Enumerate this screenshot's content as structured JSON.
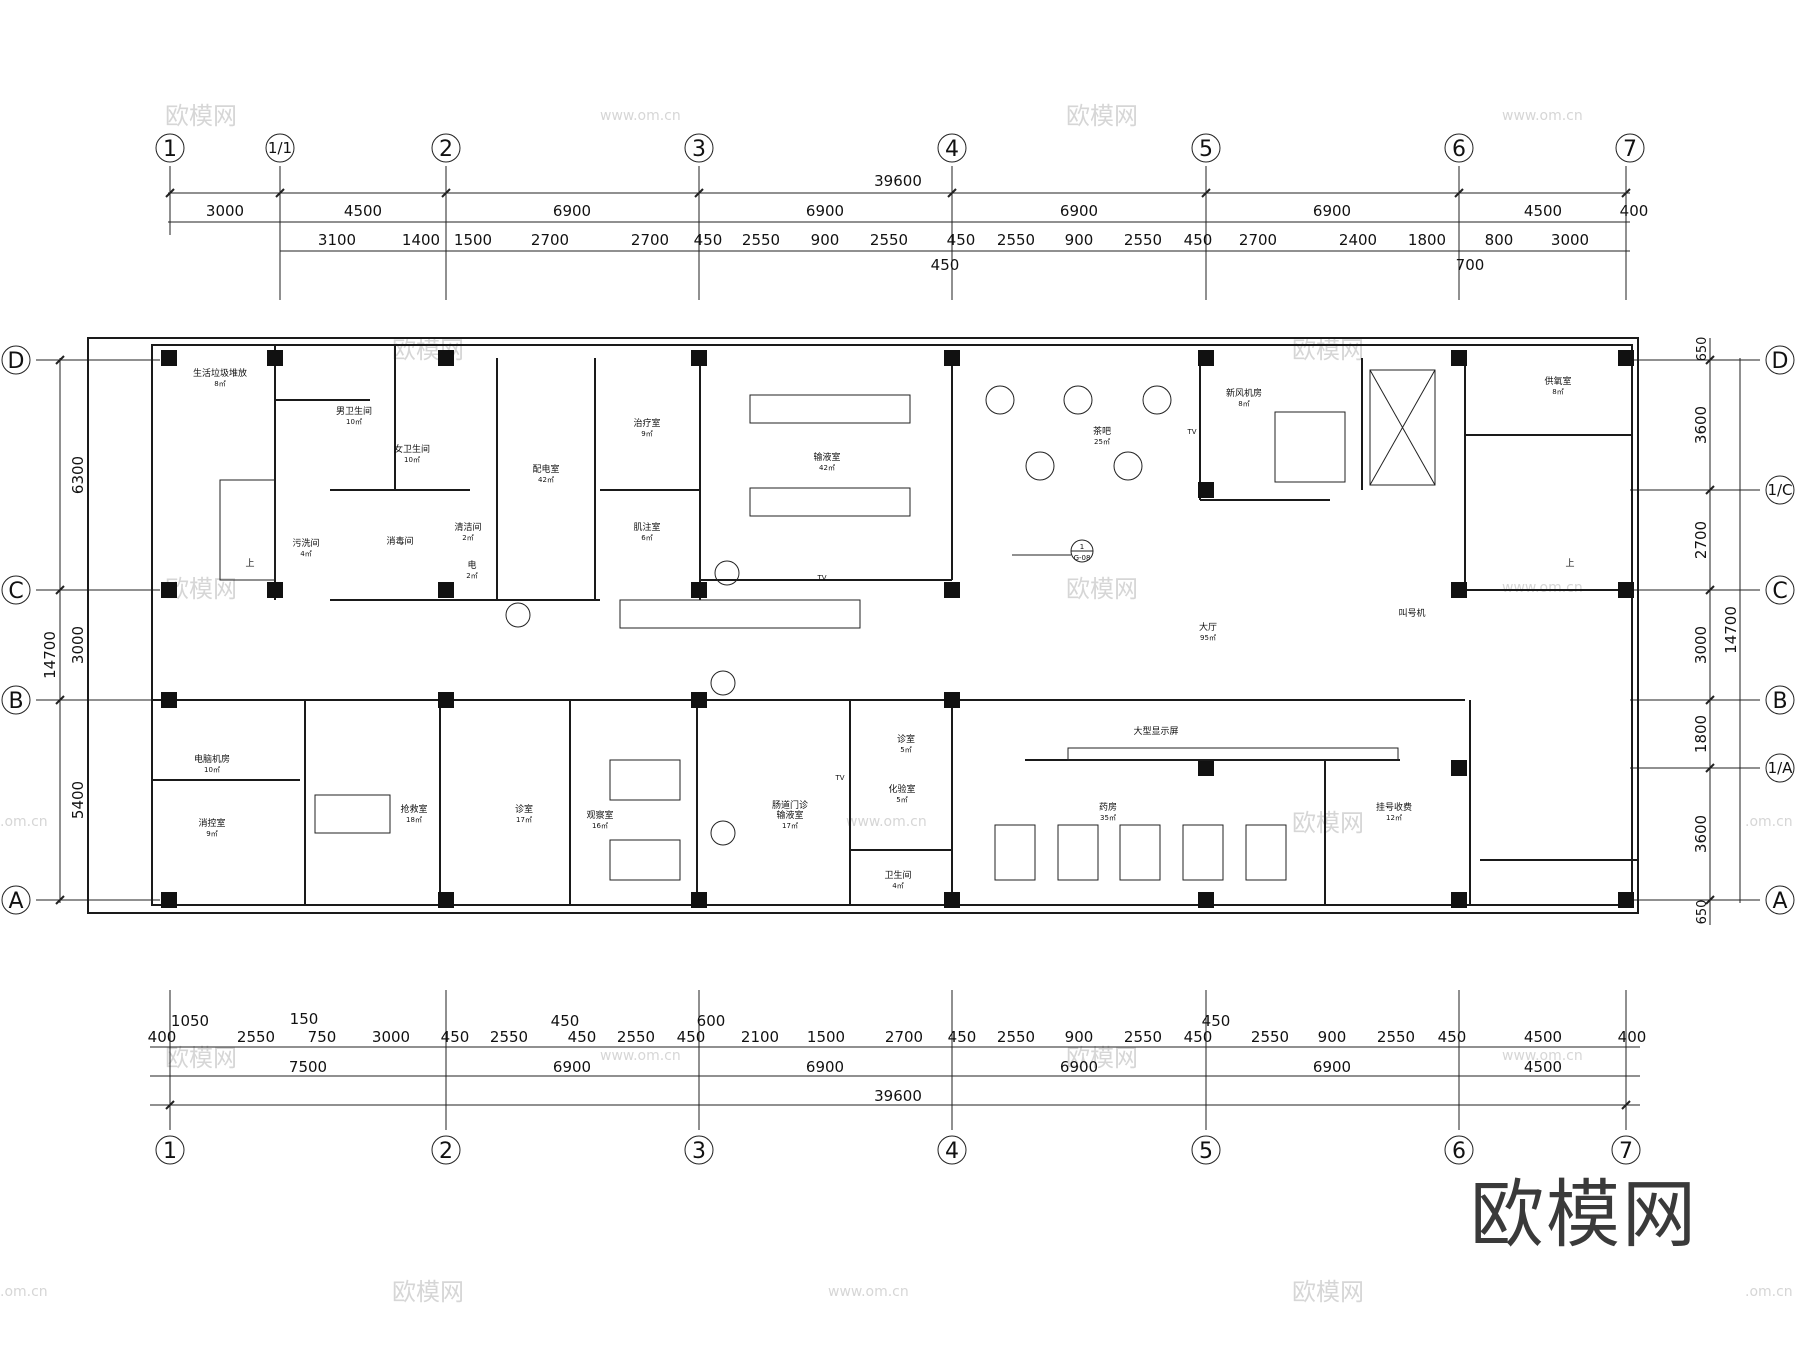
{
  "brand": "欧模网",
  "watermarks": {
    "cn": "欧模网",
    "url": "www.om.cn",
    "short": ".om.cn"
  },
  "axes": {
    "vertical": [
      "1",
      "1/1",
      "2",
      "3",
      "4",
      "5",
      "6",
      "7"
    ],
    "horizontal": [
      "D",
      "1/C",
      "C",
      "B",
      "1/A",
      "A"
    ]
  },
  "dims": {
    "top_total": "39600",
    "top_row1": [
      "3000",
      "4500",
      "6900",
      "6900",
      "6900",
      "6900",
      "4500",
      "400"
    ],
    "top_row2": [
      "3100",
      "1400",
      "1500",
      "2700",
      "2700",
      "450",
      "2550",
      "900",
      "2550",
      "450",
      "2550",
      "900",
      "2550",
      "450",
      "2700",
      "2400",
      "1800",
      "800",
      "3000"
    ],
    "top_extra": [
      "450",
      "700"
    ],
    "bottom_row1": [
      "400",
      "1050",
      "2550",
      "150",
      "750",
      "3000",
      "450",
      "2550",
      "450",
      "450",
      "2550",
      "450",
      "600",
      "2100",
      "1500",
      "2700",
      "450",
      "2550",
      "900",
      "2550",
      "450",
      "450",
      "2550",
      "900",
      "2550",
      "450",
      "4500",
      "400"
    ],
    "bottom_row2": [
      "7500",
      "6900",
      "6900",
      "6900",
      "6900",
      "4500"
    ],
    "bottom_total": "39600",
    "left": [
      "6300",
      "3000",
      "5400"
    ],
    "left_total": "14700",
    "right": [
      "650",
      "3600",
      "2700",
      "3000",
      "1800",
      "3600",
      "650"
    ],
    "right_total": "14700"
  },
  "rooms": {
    "garbage": {
      "name": "生活垃圾堆放",
      "area": "8㎡"
    },
    "male_wc": {
      "name": "男卫生间",
      "area": "10㎡"
    },
    "female_wc": {
      "name": "女卫生间",
      "area": "10㎡"
    },
    "power": {
      "name": "配电室",
      "area": "42㎡"
    },
    "treatment": {
      "name": "治疗室",
      "area": "9㎡"
    },
    "injection": {
      "name": "肌注室",
      "area": "6㎡"
    },
    "infusion": {
      "name": "输液室",
      "area": "42㎡"
    },
    "tea": {
      "name": "茶吧",
      "area": "25㎡"
    },
    "fresh_air": {
      "name": "新风机房",
      "area": "8㎡"
    },
    "oxygen": {
      "name": "供氧室",
      "area": "8㎡"
    },
    "dirty": {
      "name": "污洗间",
      "area": "4㎡"
    },
    "cleaning": {
      "name": "清洁间",
      "area": "2㎡"
    },
    "disinfect": {
      "name": "消毒间"
    },
    "elec": {
      "name": "电",
      "area": "2㎡"
    },
    "lobby": {
      "name": "大厅",
      "area": "95㎡"
    },
    "caller": {
      "name": "叫号机"
    },
    "display": {
      "name": "大型显示屏"
    },
    "server": {
      "name": "电脑机房",
      "area": "10㎡"
    },
    "fire": {
      "name": "消控室",
      "area": "9㎡"
    },
    "rescue": {
      "name": "抢救室",
      "area": "18㎡"
    },
    "consult": {
      "name": "诊室",
      "area": "17㎡"
    },
    "observe": {
      "name": "观察室",
      "area": "16㎡"
    },
    "gi": {
      "name": "肠道门诊",
      "name2": "输液室",
      "area": "17㎡"
    },
    "consult2": {
      "name": "诊室",
      "area": "5㎡"
    },
    "lab": {
      "name": "化验室",
      "area": "5㎡"
    },
    "wc_small": {
      "name": "卫生间",
      "area": "4㎡"
    },
    "pharmacy": {
      "name": "药房",
      "area": "35㎡"
    },
    "register": {
      "name": "挂号收费",
      "area": "12㎡"
    },
    "stair_up": "上",
    "tv": "TV",
    "section": {
      "top": "1",
      "bottom": "G-08"
    }
  }
}
